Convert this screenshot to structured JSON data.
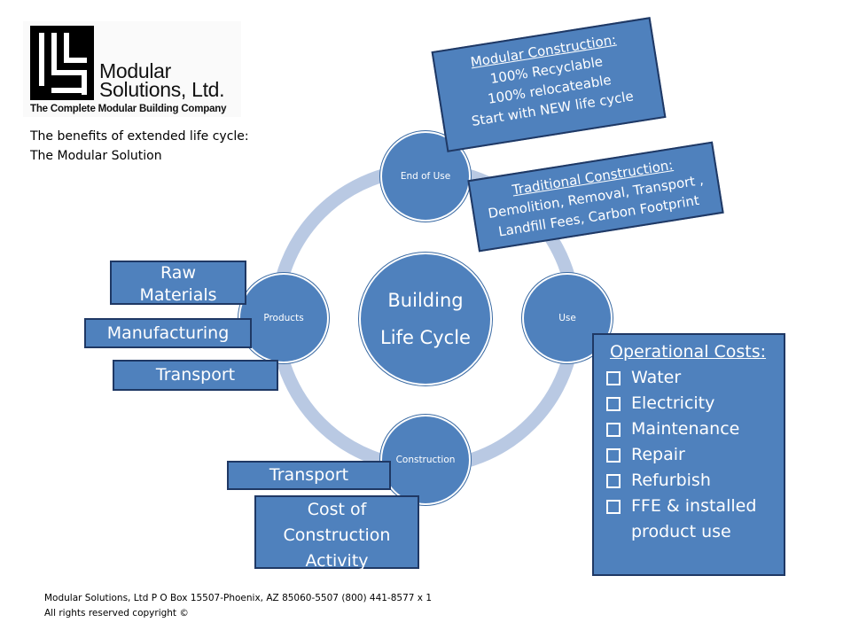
{
  "logo": {
    "name_line1": "Modular",
    "name_line2": "Solutions, Ltd.",
    "tagline": "The Complete Modular Building Company"
  },
  "intro": {
    "line1": "The benefits of extended life cycle:",
    "line2": "The Modular Solution"
  },
  "cycle": {
    "center_line1": "Building",
    "center_line2": "Life Cycle",
    "nodes": {
      "end_of_use": "End of Use",
      "use": "Use",
      "construction": "Construction",
      "products": "Products"
    }
  },
  "modular_box": {
    "heading": "Modular Construction:",
    "lines": [
      "100% Recyclable",
      "100% relocateable",
      "Start with NEW life cycle"
    ]
  },
  "traditional_box": {
    "heading": "Traditional Construction:",
    "lines": [
      "Demolition, Removal, Transport ,",
      "Landfill Fees, Carbon Footprint"
    ]
  },
  "products_boxes": {
    "raw_materials": "Raw Materials",
    "manufacturing": "Manufacturing",
    "transport": "Transport"
  },
  "construction_boxes": {
    "transport": "Transport",
    "cost": "Cost of Construction Activity"
  },
  "operational": {
    "heading": "Operational Costs:",
    "items": [
      "Water",
      "Electricity",
      "Maintenance",
      "Repair",
      "Refurbish",
      "FFE & installed product use"
    ]
  },
  "footer": {
    "line1": "Modular Solutions, Ltd P O Box 15507-Phoenix, AZ 85060-5507 (800) 441-8577 x 1",
    "line2": "All rights reserved copyright ©"
  },
  "colors": {
    "node_fill": "#4f81bd",
    "ring": "#b9c9e3",
    "box_border": "#1f3864"
  }
}
